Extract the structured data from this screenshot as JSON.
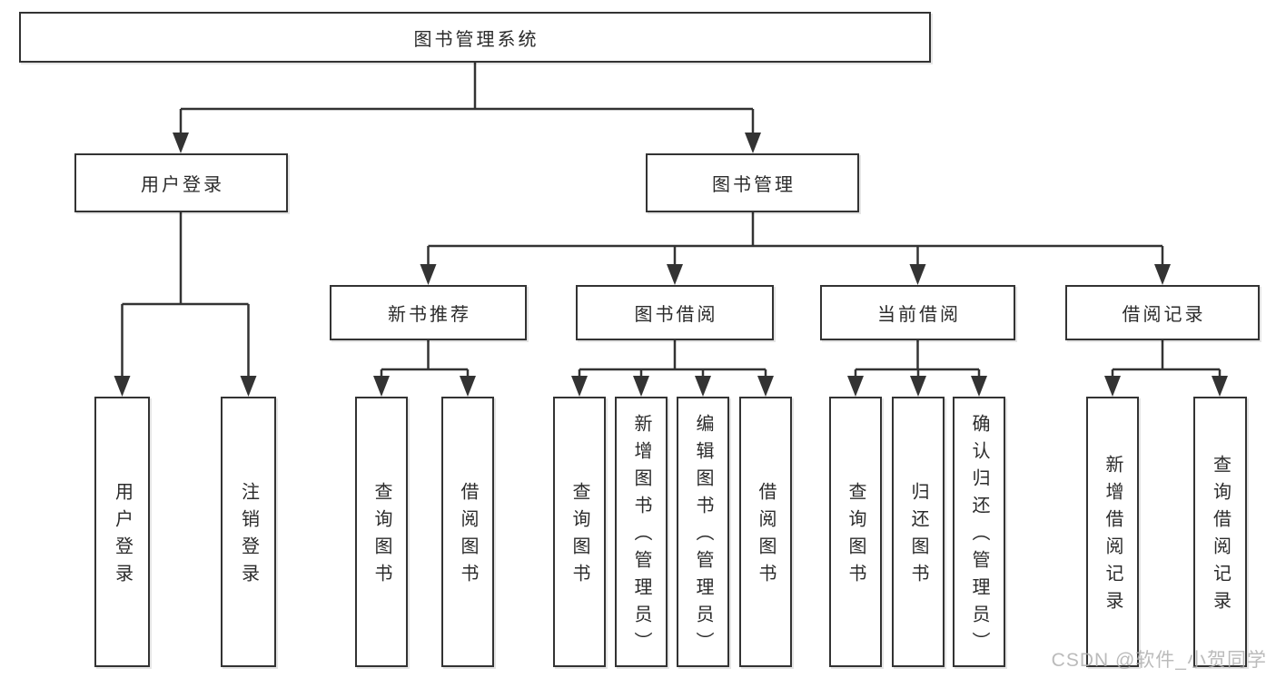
{
  "diagram": {
    "root": {
      "label": "图书管理系统"
    },
    "branches": {
      "user_login": {
        "label": "用户登录",
        "children": {
          "login": {
            "label": "用户登录"
          },
          "logout": {
            "label": "注销登录"
          }
        }
      },
      "book_mgmt": {
        "label": "图书管理",
        "children": {
          "new_books": {
            "label": "新书推荐",
            "children": {
              "query": {
                "label": "查询图书"
              },
              "borrow": {
                "label": "借阅图书"
              }
            }
          },
          "borrowing": {
            "label": "图书借阅",
            "children": {
              "query": {
                "label": "查询图书"
              },
              "add": {
                "label": "新增图书（管理员）"
              },
              "edit": {
                "label": "编辑图书（管理员）"
              },
              "borrow": {
                "label": "借阅图书"
              }
            }
          },
          "current": {
            "label": "当前借阅",
            "children": {
              "query": {
                "label": "查询图书"
              },
              "return": {
                "label": "归还图书"
              },
              "confirm": {
                "label": "确认归还（管理员）"
              }
            }
          },
          "records": {
            "label": "借阅记录",
            "children": {
              "add": {
                "label": "新增借阅记录"
              },
              "query": {
                "label": "查询借阅记录"
              }
            }
          }
        }
      }
    }
  },
  "watermark": {
    "text": "CSDN @软件_小贺同学"
  },
  "colors": {
    "background": "#ffffff",
    "line": "#333333",
    "box_border": "#333333",
    "text": "#2b2b2b",
    "watermark": "#afafaf"
  }
}
